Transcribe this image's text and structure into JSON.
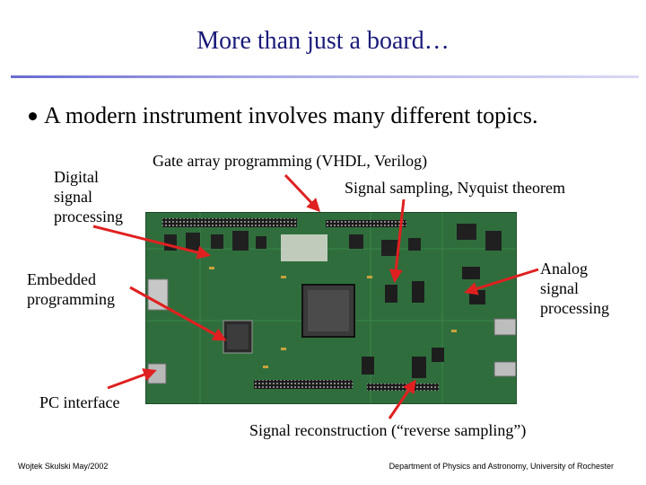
{
  "slide": {
    "title": "More than just a board…",
    "bullet": "A modern instrument involves many different topics.",
    "labels": {
      "dsp_1": "Digital",
      "dsp_2": "signal",
      "dsp_3": "processing",
      "gate_array": "Gate array programming (VHDL, Verilog)",
      "sampling": "Signal sampling, Nyquist theorem",
      "embedded_1": "Embedded",
      "embedded_2": "programming",
      "analog_1": "Analog",
      "analog_2": "signal",
      "analog_3": "processing",
      "pc_interface": "PC interface",
      "reconstruction": "Signal reconstruction (“reverse sampling”)"
    },
    "footer": {
      "left": "Wojtek Skulski May/2002",
      "right": "Department of Physics and Astronomy, University of Rochester"
    },
    "colors": {
      "title": "#1a1a7a",
      "arrow": "#e02020",
      "board_pcb": "#2d6b3a"
    }
  }
}
